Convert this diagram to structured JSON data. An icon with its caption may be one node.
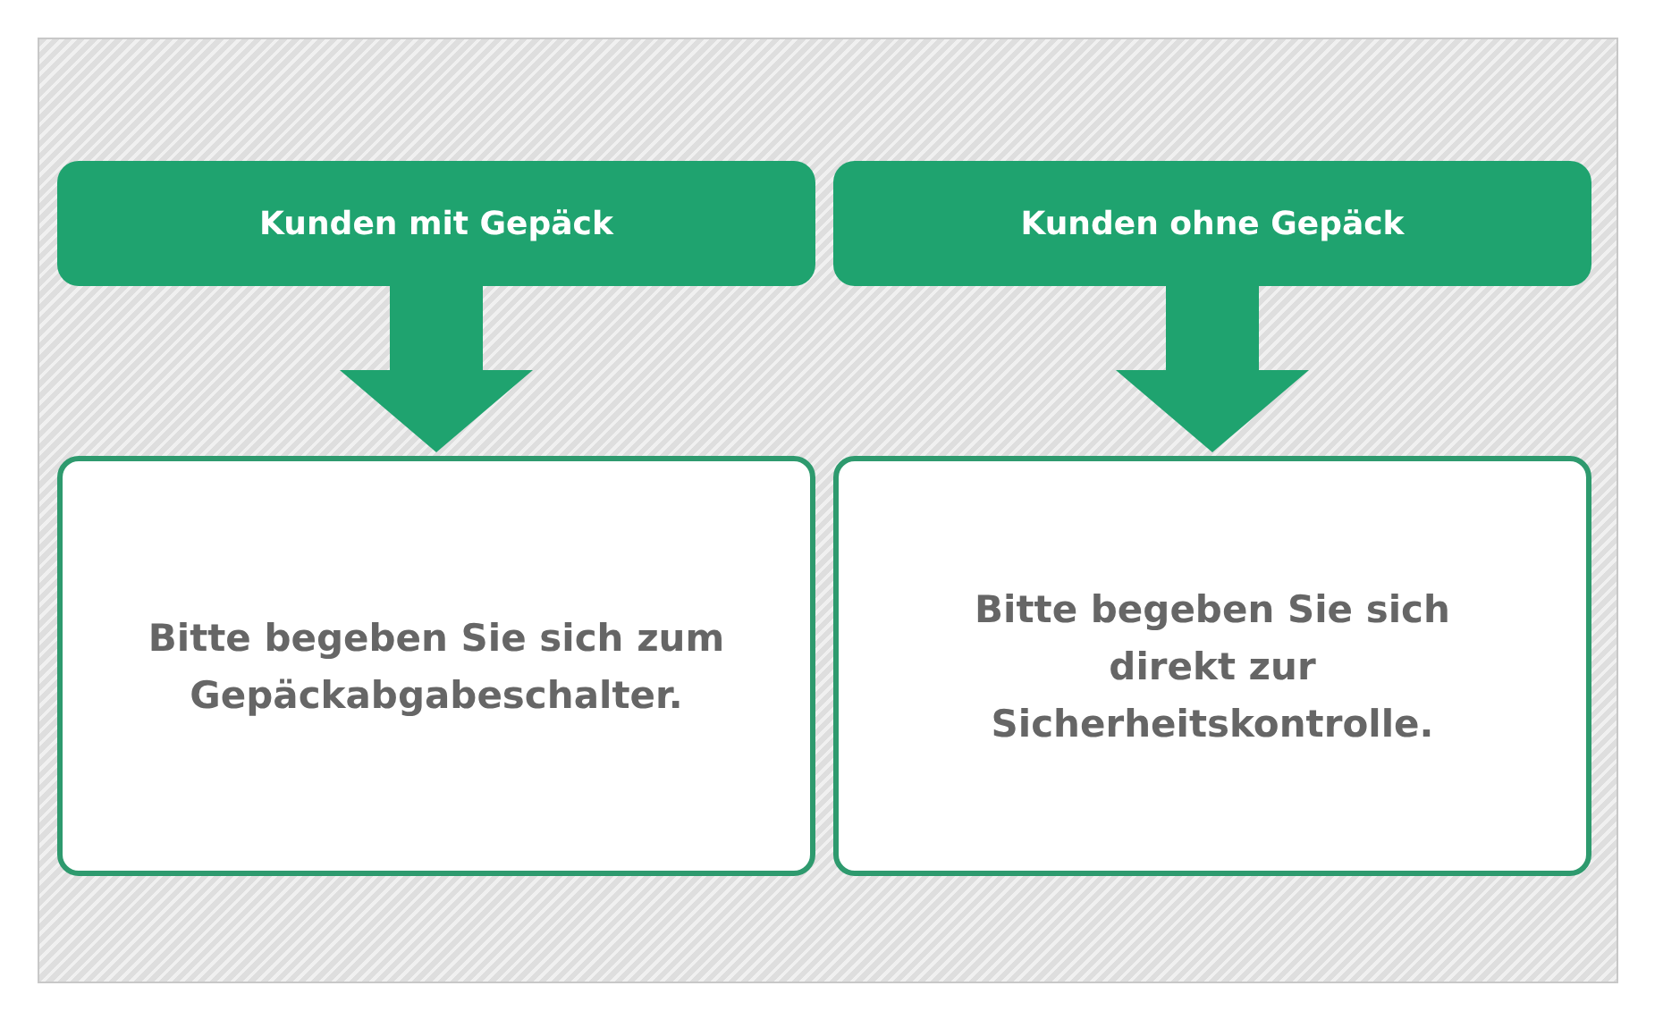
{
  "diagram": {
    "nodes": [
      {
        "text": [
          "Kunden mit Gepäck"
        ]
      },
      {
        "text": [
          "Kunden ohne Gepäck"
        ]
      },
      {
        "text": [
          "Bitte begeben Sie sich zum Gepäckabgabeschalter."
        ]
      },
      {
        "text": [
          "Bitte begeben Sie sich direkt zur Sicherheitskontrolle."
        ]
      }
    ],
    "edges": [
      {
        "from": 0,
        "to": 2,
        "arrow": "to",
        "style": "thick"
      },
      {
        "from": 1,
        "to": 3,
        "arrow": "to",
        "style": "thick"
      }
    ]
  }
}
